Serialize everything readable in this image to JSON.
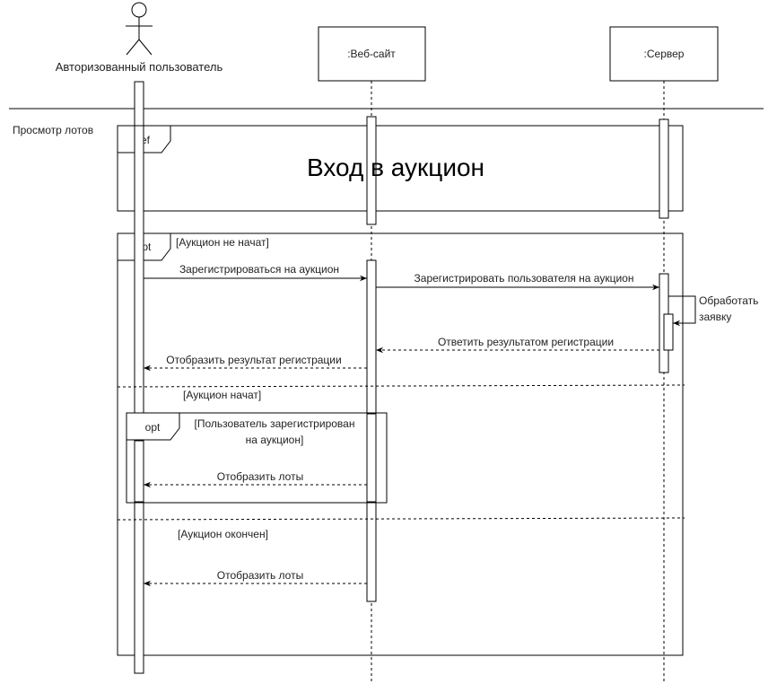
{
  "participants": {
    "user": {
      "label": "Авторизованный пользователь",
      "icon": "actor-stick-figure-icon"
    },
    "website": {
      "label": ":Веб-сайт"
    },
    "server": {
      "label": ":Сервер"
    }
  },
  "side_label": "Просмотр лотов",
  "ref_fragment": {
    "tag": "ref",
    "title": "Вход в аукцион"
  },
  "opt_fragment": {
    "tag": "opt",
    "guard1": "[Аукцион не начат]",
    "guard2": "[Аукцион начат]",
    "guard3": "[Аукцион окончен]"
  },
  "inner_opt": {
    "tag": "opt",
    "guard_line1": "[Пользователь зарегистрирован",
    "guard_line2": "на аукцион]"
  },
  "messages": {
    "m1": "Зарегистрироваться на аукцион",
    "m2": "Зарегистрировать пользователя на аукцион",
    "self_line1": "Обработать",
    "self_line2": "заявку",
    "r1": "Ответить результатом регистрации",
    "r2": "Отобразить результат регистрации",
    "r3": "Отобразить лоты",
    "r4": "Отобразить лоты"
  }
}
